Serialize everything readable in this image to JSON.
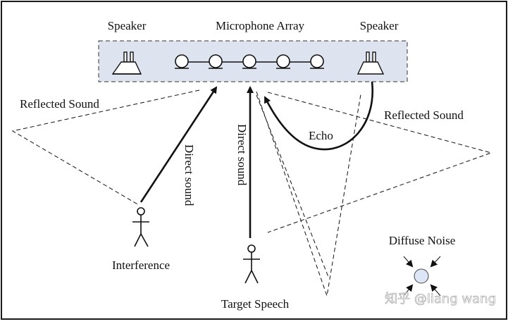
{
  "labels": {
    "speaker_left": "Speaker",
    "microphone_array": "Microphone Array",
    "speaker_right": "Speaker",
    "reflected_sound_left": "Reflected Sound",
    "reflected_sound_right": "Reflected Sound",
    "direct_sound_left": "Direct sound",
    "direct_sound_center": "Direct sound",
    "echo": "Echo",
    "interference": "Interference",
    "target_speech": "Target Speech",
    "diffuse_noise": "Diffuse Noise"
  },
  "watermark": "知乎 @liang wang",
  "colors": {
    "array_fill": "#dde4f0",
    "noise_fill": "#dde6f7",
    "stroke": "#111111",
    "frame": "#1a1a1a",
    "watermark": "#ffffff"
  },
  "icons": {
    "speaker": "speaker-icon",
    "microphone": "microphone-icon",
    "person": "person-icon",
    "noise_source": "noise-source-icon"
  },
  "microphone_count": 5
}
